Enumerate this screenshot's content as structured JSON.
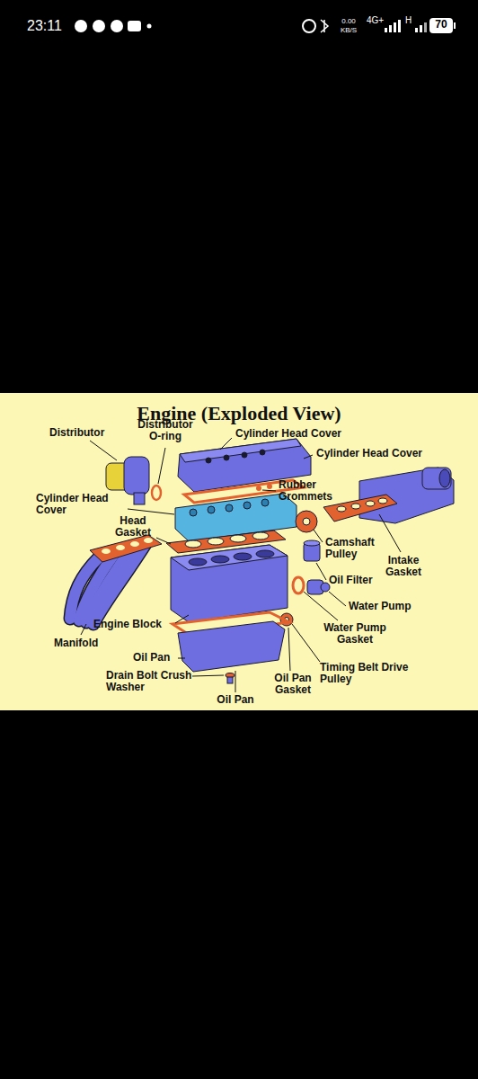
{
  "diagram": {
    "title": "Engine (Exploded View)",
    "labels": [
      "23:11",
      "0.00",
      "KB/S",
      "4G+",
      "H",
      "70",
      "Distributor",
      "Distributor O-ring",
      "Cylinder Head Cover",
      "Cylinder Head Cover",
      "Cylinder Head Cover",
      "Rubber Grommets",
      "Head Gasket",
      "Camshaft Pulley",
      "Intake Gasket",
      "Oil Filter",
      "Water Pump",
      "Engine Block",
      "Water Pump Gasket",
      "Manifold",
      "Oil Pan",
      "Timing Belt Drive Pulley",
      "Drain Bolt Crush Washer",
      "Oil Pan Gasket",
      "Oil Pan"
    ]
  }
}
